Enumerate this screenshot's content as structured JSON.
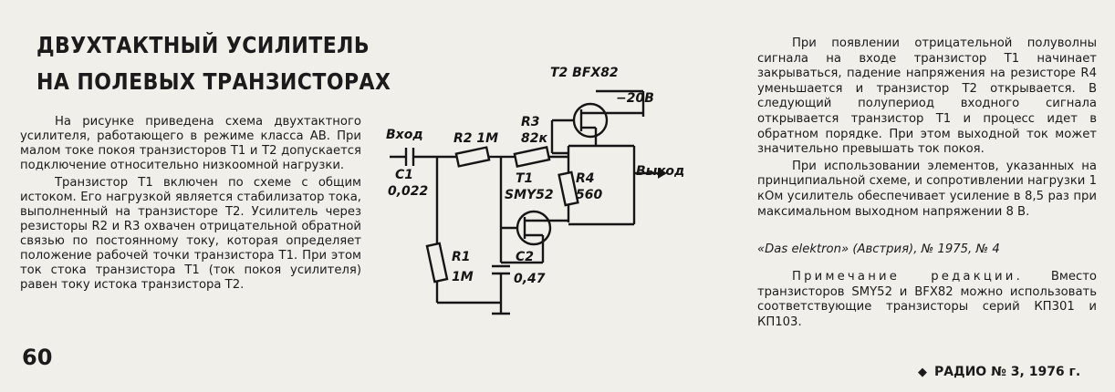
{
  "article": {
    "title_line1": "ДВУХТАКТНЫЙ УСИЛИТЕЛЬ",
    "title_line2": "НА ПОЛЕВЫХ ТРАНЗИСТОРАХ",
    "para1": "На рисунке приведена схема двухтактного усилителя, работающего в режиме класса АВ. При малом токе покоя транзисторов Т1 и Т2 допускается подключение относительно низкоомной нагрузки.",
    "para2": "Транзистор Т1 включен по схеме с общим истоком. Его нагрузкой является стабилизатор тока, выполненный на транзисторе Т2. Усилитель через резисторы R2 и R3 охвачен отрицательной обратной связью по постоянному току, которая определяет положение рабочей точки транзистора Т1. При этом ток стока транзистора Т1 (ток покоя усилителя) равен току истока транзистора Т2.",
    "para3": "При появлении отрицательной полуволны сигнала на входе транзистор Т1 начинает закрываться, падение напряжения на резисторе R4 уменьшается и транзистор Т2 открывается. В следующий полупериод входного сигнала открывается транзистор Т1 и процесс идет в обратном порядке. При этом выходной ток может значительно превышать ток покоя.",
    "para4": "При использовании элементов, указанных на принципиальной схеме, и сопротивлении нагрузки 1 кОм усилитель обеспечивает усиление в 8,5 раз при максимальном выходном напряжении 8 В.",
    "source": "«Das elektron» (Австрия), № 1975, № 4",
    "note_label": "Примечание редакции.",
    "note_text": " Вместо транзисторов SMY52 и BFX82 можно использовать соответствующие транзисторы серий КП301 и КП103."
  },
  "circuit": {
    "t2_label": "Т2 BFX82",
    "supply_label": "−20В",
    "input_label": "Вход",
    "output_label": "Выход",
    "r2_label": "R2 1М",
    "r3_label": "R3",
    "r3_value": "82к",
    "t1_label": "Т1",
    "t1_type": "SMY52",
    "r4_label": "R4",
    "r4_value": "560",
    "c1_label": "С1",
    "c1_value": "0,022",
    "r1_label": "R1",
    "r1_value": "1М",
    "c2_label": "С2",
    "c2_value": "0,47"
  },
  "page_number": "60",
  "footer": {
    "bullet": "◆",
    "magazine": "РАДИО № 3, 1976 г."
  }
}
